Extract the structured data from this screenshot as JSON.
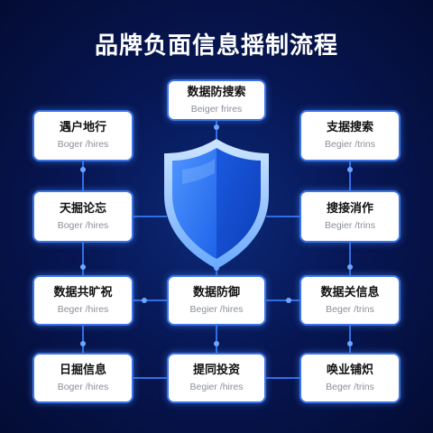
{
  "title": "品牌负面信息揺制流程",
  "nodes": {
    "top": {
      "title": "数据防搜索",
      "subtitle": "Beiger frires"
    },
    "left_1": {
      "title": "遇户地行",
      "subtitle": "Boger /hires"
    },
    "right_1": {
      "title": "支据搜索",
      "subtitle": "Begier /trins"
    },
    "left_2": {
      "title": "天掘论忘",
      "subtitle": "Boger /hires"
    },
    "right_2": {
      "title": "搜接消作",
      "subtitle": "Begier /trins"
    },
    "left_3": {
      "title": "数据共旷祝",
      "subtitle": "Beger /hires"
    },
    "center_3": {
      "title": "数据防御",
      "subtitle": "Begier /hires"
    },
    "right_3": {
      "title": "数据关信息",
      "subtitle": "Beger /trins"
    },
    "left_4": {
      "title": "日掘信息",
      "subtitle": "Boger /hires"
    },
    "center_4": {
      "title": "提同投资",
      "subtitle": "Begier /hires"
    },
    "right_4": {
      "title": "唤业铺炽",
      "subtitle": "Beger /trins"
    }
  },
  "colors": {
    "connector": "#2f6fe6",
    "node_border": "#3b74e6",
    "shield_main": "#1e6bf0",
    "shield_rim": "#8fc4ff"
  },
  "icons": [
    "shield-icon"
  ]
}
